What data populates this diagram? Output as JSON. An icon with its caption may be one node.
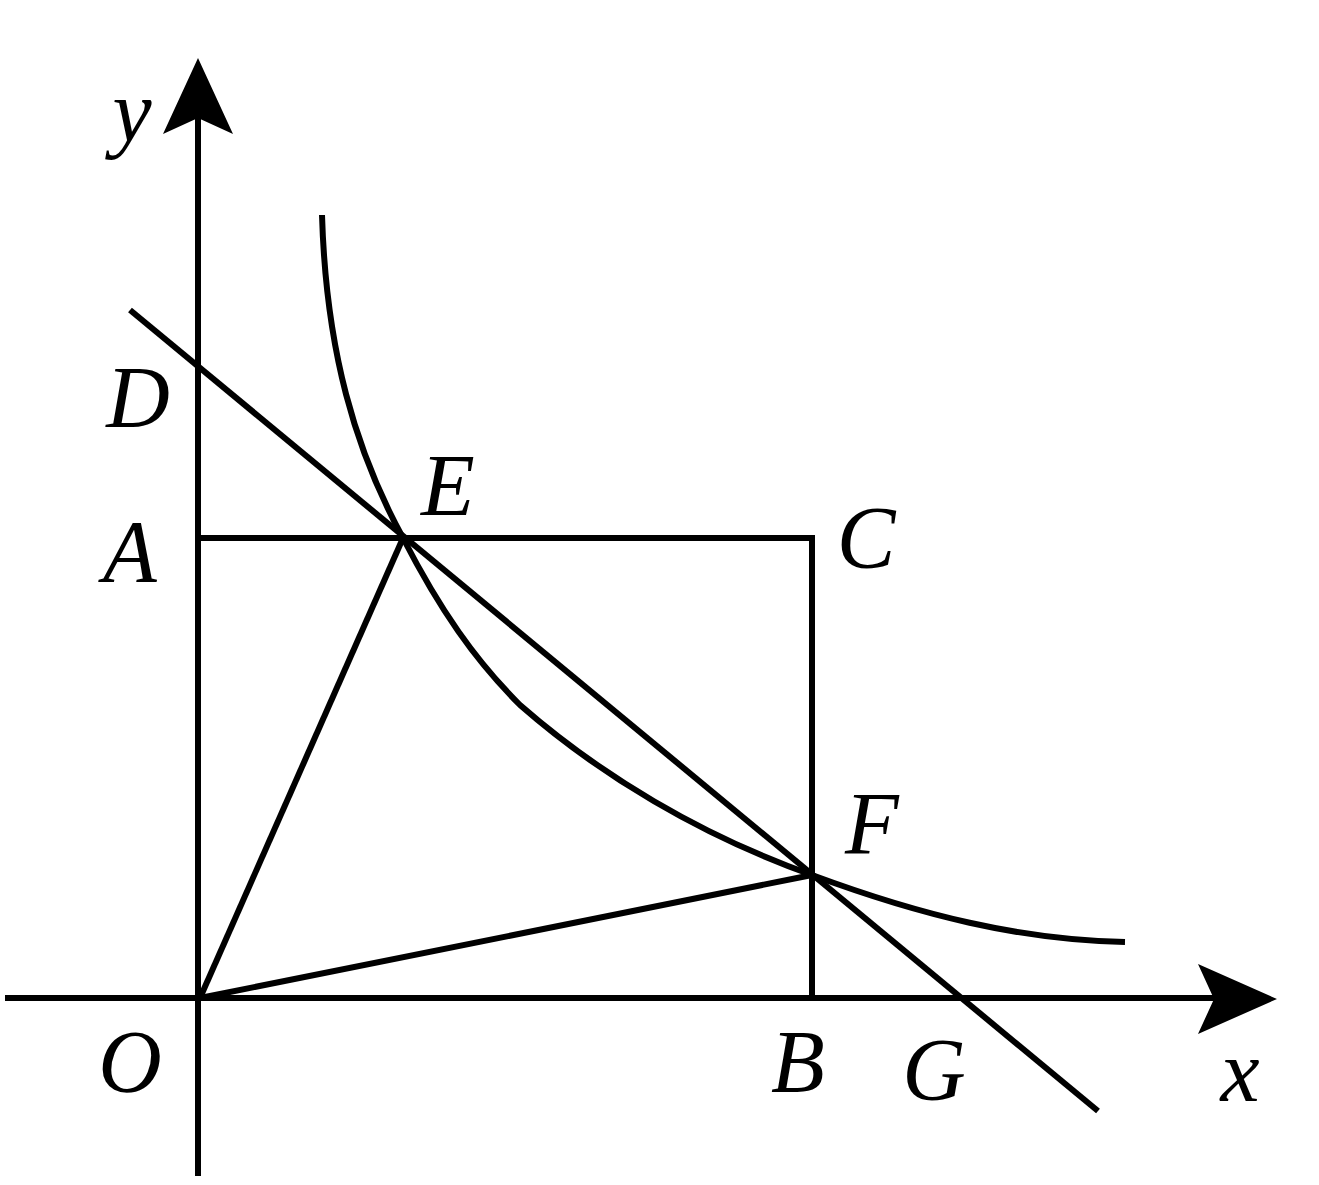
{
  "diagram": {
    "labels": [
      "y",
      "D",
      "E",
      "A",
      "C",
      "F",
      "O",
      "B",
      "G",
      "x"
    ]
  }
}
